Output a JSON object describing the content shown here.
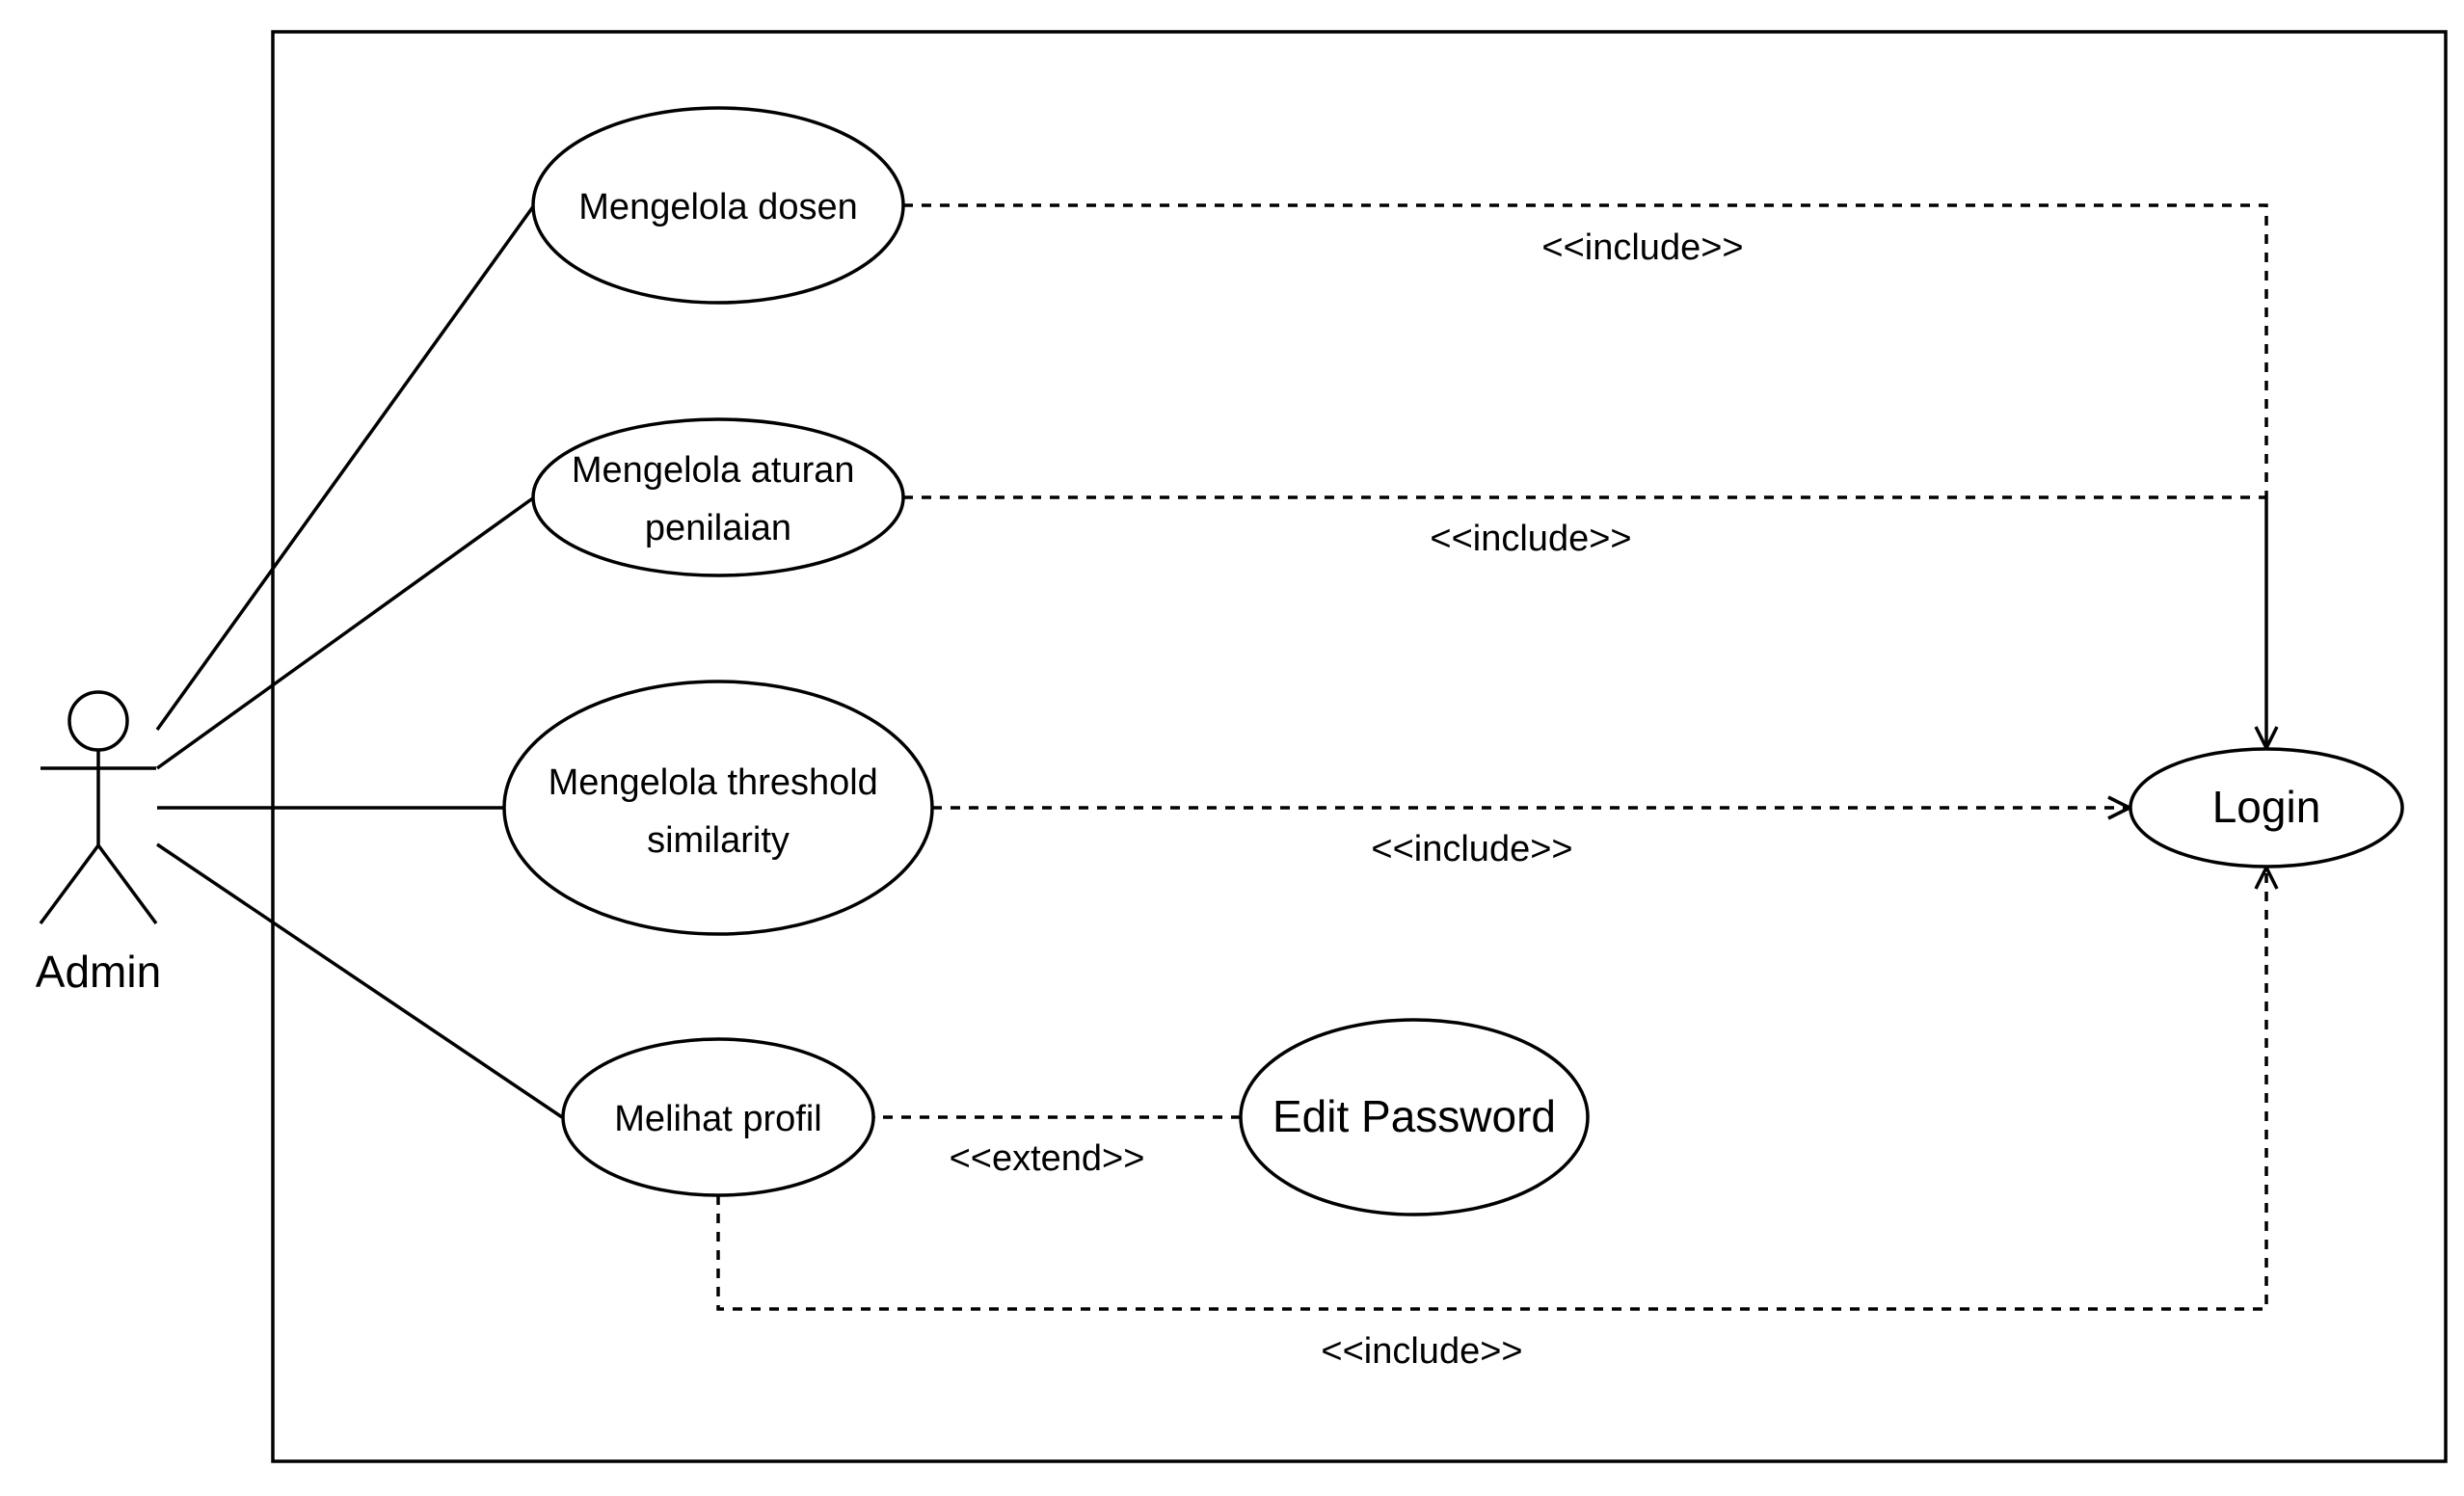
{
  "actor": {
    "name": "Admin",
    "icon": "stick-figure-icon"
  },
  "use_cases": {
    "mengelola_dosen": {
      "lines": [
        "Mengelola dosen"
      ]
    },
    "mengelola_aturan": {
      "lines": [
        "Mengelola aturan",
        "penilaian"
      ]
    },
    "mengelola_threshold": {
      "lines": [
        "Mengelola threshold",
        "similarity"
      ]
    },
    "melihat_profil": {
      "lines": [
        "Melihat profil"
      ]
    },
    "edit_password": {
      "lines": [
        "Edit Password"
      ]
    },
    "login": {
      "lines": [
        "Login"
      ]
    }
  },
  "relations": {
    "include_dosen": "<<include>>",
    "include_aturan": "<<include>>",
    "include_threshold": "<<include>>",
    "extend_password": "<<extend>>",
    "include_profil": "<<include>>"
  },
  "colors": {
    "stroke": "#000000",
    "background": "#ffffff"
  }
}
